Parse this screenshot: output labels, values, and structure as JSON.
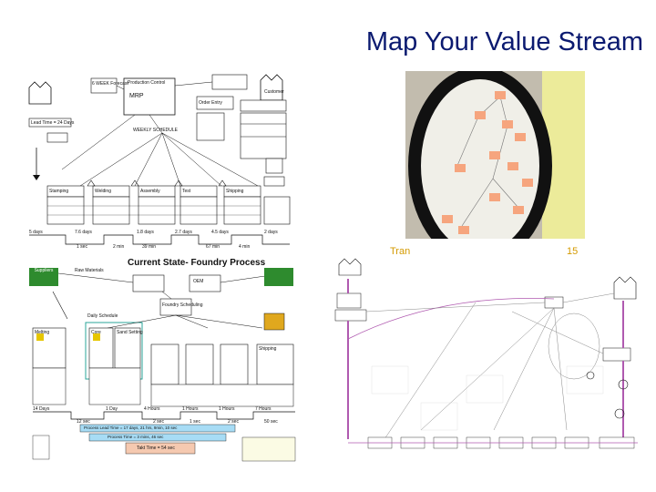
{
  "slide": {
    "title": "Map Your Value Stream"
  },
  "vsm1": {
    "production_control": "Production Control",
    "mrp": "MRP",
    "forecast": "6 WEEK Forecast",
    "customer": "Customer",
    "order_entry": "Order Entry",
    "lead_time": "Lead Time = 24 Days",
    "weekly_schedule": "WEEKLY SCHEDULE",
    "processes": [
      "Stamping",
      "Welding",
      "Assembly",
      "Test",
      "Shipping"
    ],
    "timeline_days": [
      "5 days",
      "7.6 days",
      "1.8 days",
      "2.7 days",
      "4.5 days",
      "2 days"
    ],
    "timeline_times": [
      "1 sec",
      "2 min",
      "39 min",
      "67 min",
      "4 min"
    ]
  },
  "vsm2": {
    "title": "Current State- Foundry Process",
    "raw_materials": "Raw Materials",
    "suppliers": "Suppliers",
    "daily_schedule": "Daily Schedule",
    "foundry_scheduling": "Foundry Scheduling",
    "oem": "OEM",
    "melting": "Melting",
    "core": "Core",
    "sand_setting": "Sand Setting",
    "shipping": "Shipping",
    "lead_summary": "Process Lead Time = 17 days, 21 hrs, 9min, 10 sec",
    "process_time": "Process Time = 3 mins, 46 sec",
    "takt_time": "Takt Time = 54 sec",
    "day_labels": [
      "14 Days",
      "1 Day",
      "4 Hours",
      "1 Hours",
      "1 Hours",
      "7 Hours"
    ],
    "sec_labels": [
      "12 sec",
      "2 sec",
      "1 sec",
      "2 sec",
      "50 sec"
    ]
  },
  "vsm3": {
    "overlay_left": "Tran",
    "overlay_right": "15"
  },
  "colors": {
    "title": "#0b1a70",
    "vsm3_overlay": "#d49a00",
    "green_box": "#2e8b2e",
    "magenta_line": "#b05ab0",
    "sticky_note": "#f6a57e"
  }
}
